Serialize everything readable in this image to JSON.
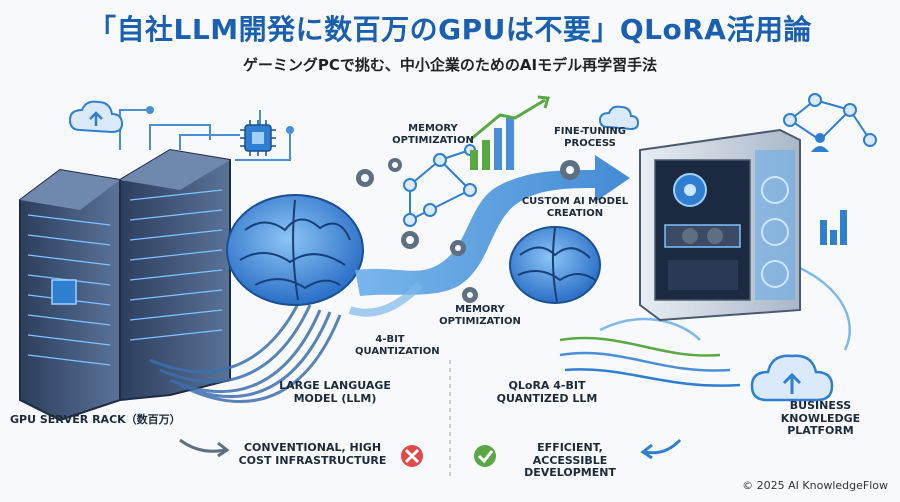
{
  "header": {
    "title": "「自社LLM開発に数百万のGPUは不要」QLoRA活用論",
    "subtitle": "ゲーミングPCで挑む、中小企業のためのAIモデル再学習手法"
  },
  "labels": {
    "gpu_server_rack": "GPU SERVER RACK（数百万）",
    "llm": "LARGE LANGUAGE MODEL (LLM)",
    "quantization": "4-BIT QUANTIZATION",
    "memory_opt_top": "MEMORY OPTIMIZATION",
    "memory_opt_bottom": "MEMORY OPTIMIZATION",
    "fine_tuning": "FINE-TUNING PROCESS",
    "custom_model": "CUSTOM AI MODEL CREATION",
    "qlora": "QLoRA 4-BIT QUANTIZED LLM",
    "business_platform": "BUSINESS KNOWLEDGE PLATFORM",
    "conventional": "CONVENTIONAL, HIGH COST INFRASTRUCTURE",
    "efficient": "EFFICIENT, ACCESSIBLE DEVELOPMENT"
  },
  "icons": {
    "cross": "cross-icon",
    "check": "check-icon",
    "cloud": "cloud-upload-icon",
    "gear": "gear-icon",
    "chip": "chip-icon",
    "user": "user-icon"
  },
  "colors": {
    "title": "#1a5fb0",
    "accent_blue": "#2f7fd1",
    "brain_blue": "#3b82d8",
    "negative": "#e04a4a",
    "positive": "#5aa844"
  },
  "footer": {
    "copyright": "© 2025 AI KnowledgeFlow"
  }
}
